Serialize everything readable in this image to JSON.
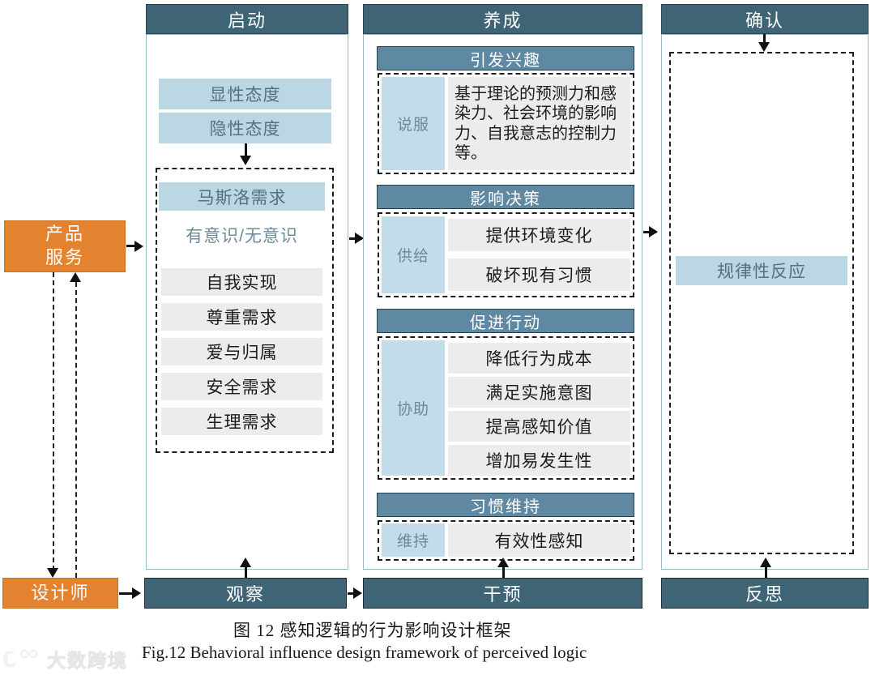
{
  "figure": {
    "caption_cn": "图 12    感知逻辑的行为影响设计框架",
    "caption_en": "Fig.12 Behavioral influence design framework of perceived logic",
    "watermark": "大数跨境"
  },
  "colors": {
    "header_dark": "#3f6475",
    "sub_header": "#5f89a3",
    "light_blue": "#bcd7e4",
    "pale_blue": "#c3dcea",
    "grey": "#ececec",
    "orange": "#e3832f"
  },
  "actors": {
    "product_service": "产品\n服务",
    "product_service_line1": "产品",
    "product_service_line2": "服务",
    "designer": "设计师"
  },
  "columns": [
    {
      "id": "qidong",
      "title": "启动",
      "bottom_bar": "观察",
      "attitudes": [
        "显性态度",
        "隐性态度"
      ],
      "needs_group": {
        "header": "马斯洛需求",
        "subtitle": "有意识/无意识",
        "items": [
          "自我实现",
          "尊重需求",
          "爱与归属",
          "安全需求",
          "生理需求"
        ]
      }
    },
    {
      "id": "yangcheng",
      "title": "养成",
      "bottom_bar": "干预",
      "sections": [
        {
          "header": "引发兴趣",
          "label": "说服",
          "paragraph": "基于理论的预测力和感染力、社会环境的影响力、自我意志的控制力等。",
          "items": []
        },
        {
          "header": "影响决策",
          "label": "供给",
          "paragraph": "",
          "items": [
            "提供环境变化",
            "破坏现有习惯"
          ]
        },
        {
          "header": "促进行动",
          "label": "协助",
          "paragraph": "",
          "items": [
            "降低行为成本",
            "满足实施意图",
            "提高感知价值",
            "增加易发生性"
          ]
        },
        {
          "header": "习惯维持",
          "label": "维持",
          "paragraph": "",
          "items": [
            "有效性感知"
          ]
        }
      ]
    },
    {
      "id": "queren",
      "title": "确认",
      "bottom_bar": "反思",
      "result": "规律性反应"
    }
  ]
}
